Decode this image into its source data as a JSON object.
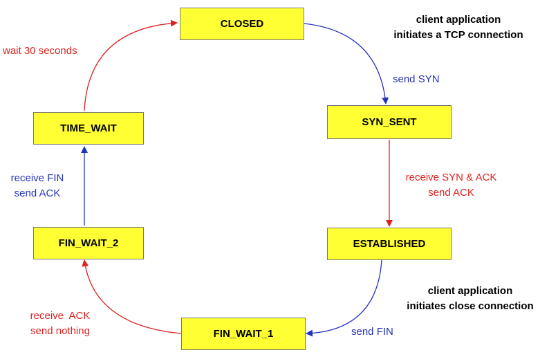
{
  "colors": {
    "state_fill": "#ffff33",
    "red_arrow": "#dd2222",
    "blue_arrow": "#2233bb"
  },
  "states": {
    "closed": "CLOSED",
    "syn_sent": "SYN_SENT",
    "established": "ESTABLISHED",
    "fin_wait_1": "FIN_WAIT_1",
    "fin_wait_2": "FIN_WAIT_2",
    "time_wait": "TIME_WAIT"
  },
  "notes": {
    "open_line1": "client application",
    "open_line2": "initiates a TCP connection",
    "close_line1": "client application",
    "close_line2": "initiates close connection"
  },
  "transitions": {
    "closed_to_syn_sent": "send SYN",
    "syn_sent_to_established_1": "receive SYN & ACK",
    "syn_sent_to_established_2": "send ACK",
    "established_to_fin_wait_1": "send FIN",
    "fin_wait_1_to_fin_wait_2_1": "receive  ACK",
    "fin_wait_1_to_fin_wait_2_2": "send nothing",
    "fin_wait_2_to_time_wait_1": "receive FIN",
    "fin_wait_2_to_time_wait_2": "send ACK",
    "time_wait_to_closed": "wait 30 seconds"
  }
}
